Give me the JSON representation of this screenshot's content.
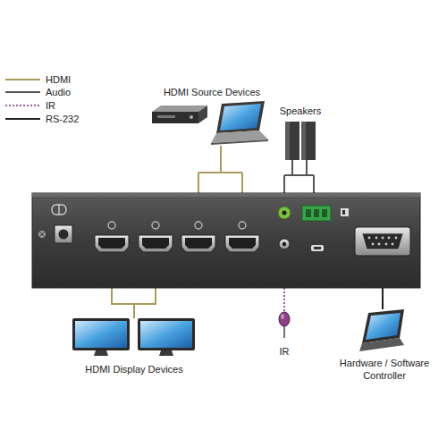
{
  "diagram": {
    "labels": [
      "HDMI Source Devices",
      "Speakers",
      "HDMI Display Devices",
      "IR",
      "Hardware / Software Controller"
    ],
    "legend": [
      {
        "text": "HDMI"
      },
      {
        "text": "Audio"
      },
      {
        "text": "IR"
      },
      {
        "text": "RS-232"
      }
    ]
  }
}
